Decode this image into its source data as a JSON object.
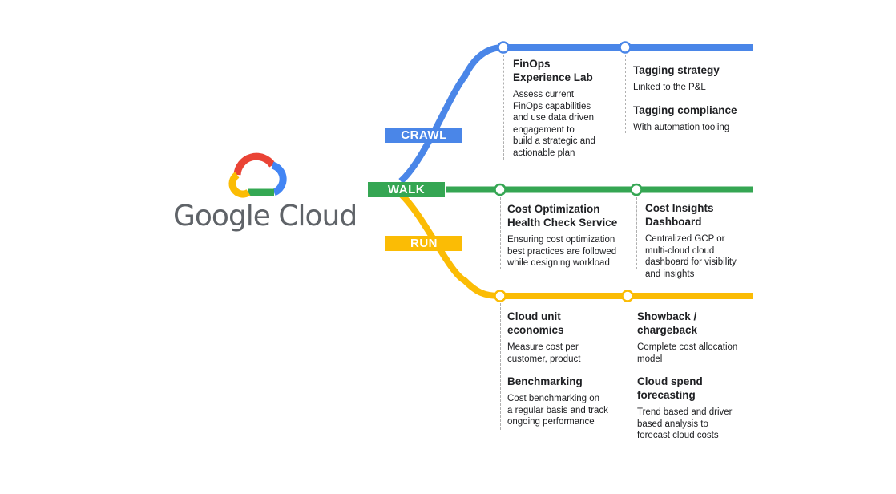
{
  "logo": {
    "text": "Google Cloud",
    "icon": "google-cloud-icon",
    "colors": [
      "#ea4335",
      "#4285f4",
      "#34a853",
      "#fbbc04"
    ]
  },
  "colors": {
    "crawl": "#4a86e8",
    "walk": "#35a653",
    "run": "#fbbc05"
  },
  "stages": {
    "crawl": "CRAWL",
    "walk": "WALK",
    "run": "RUN"
  },
  "crawl": {
    "col1": [
      {
        "title": "FinOps\nExperience Lab",
        "desc": "Assess current\nFinOps capabilities\nand use data driven\nengagement to\nbuild a strategic and\nactionable plan"
      }
    ],
    "col2": [
      {
        "title": "Tagging strategy",
        "desc": "Linked to the P&L"
      },
      {
        "title": "Tagging compliance",
        "desc": "With automation tooling"
      }
    ]
  },
  "walk": {
    "col1": [
      {
        "title": "Cost Optimization\nHealth Check Service",
        "desc": "Ensuring cost optimization\nbest practices are followed\nwhile designing workload"
      }
    ],
    "col2": [
      {
        "title": "Cost Insights\nDashboard",
        "desc": "Centralized GCP or\nmulti-cloud cloud\ndashboard for visibility\nand insights"
      }
    ]
  },
  "run": {
    "col1": [
      {
        "title": "Cloud unit\neconomics",
        "desc": "Measure cost per\ncustomer, product"
      },
      {
        "title": "Benchmarking",
        "desc": "Cost benchmarking on\na regular basis and track\nongoing performance"
      }
    ],
    "col2": [
      {
        "title": "Showback /\nchargeback",
        "desc": "Complete cost allocation\nmodel"
      },
      {
        "title": "Cloud spend\nforecasting",
        "desc": "Trend based and driver\nbased analysis to\nforecast cloud costs"
      }
    ]
  }
}
